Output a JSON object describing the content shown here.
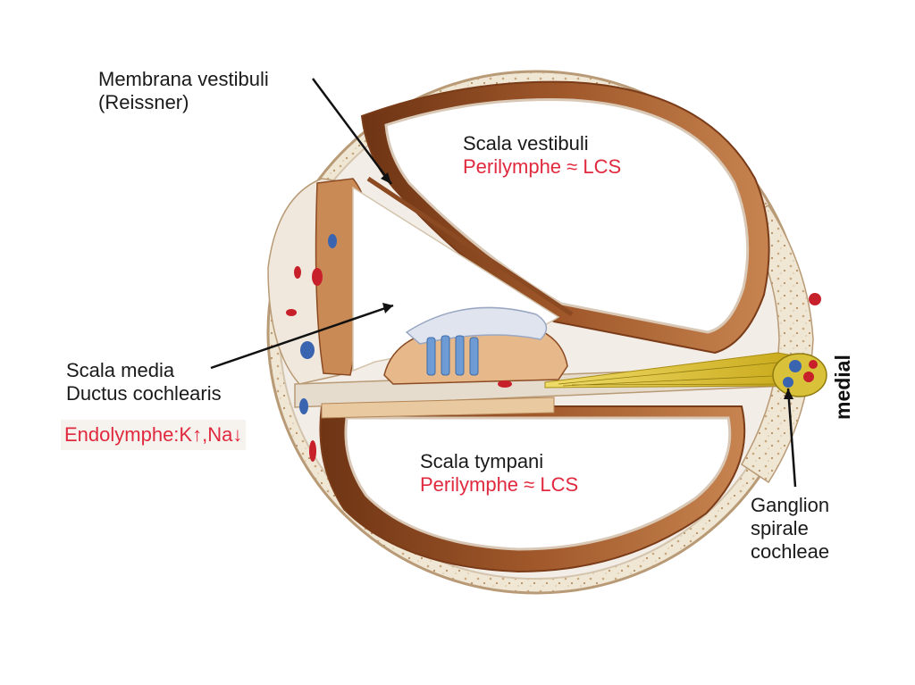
{
  "labels": {
    "membrana_line1": "Membrana vestibuli",
    "membrana_line2": "(Reissner)",
    "vestibuli_name": "Scala vestibuli",
    "vestibuli_fluid": "Perilymphe ≈ LCS",
    "media_line1": "Scala media",
    "media_line2": "Ductus cochlearis",
    "media_fluid": "Endolymphe:K↑,Na↓",
    "tympani_name": "Scala tympani",
    "tympani_fluid": "Perilymphe ≈ LCS",
    "ganglion_line1": "Ganglion",
    "ganglion_line2": "spirale",
    "ganglion_line3": "cochleae",
    "orientation": "medial"
  },
  "colors": {
    "fluid_text": "#e0293e",
    "bone": "#efe7d8",
    "membrane_wall": "#8b4a22",
    "nerve": "#d8c020",
    "vessel_red": "#c8202a",
    "vessel_blue": "#3a64b0"
  }
}
